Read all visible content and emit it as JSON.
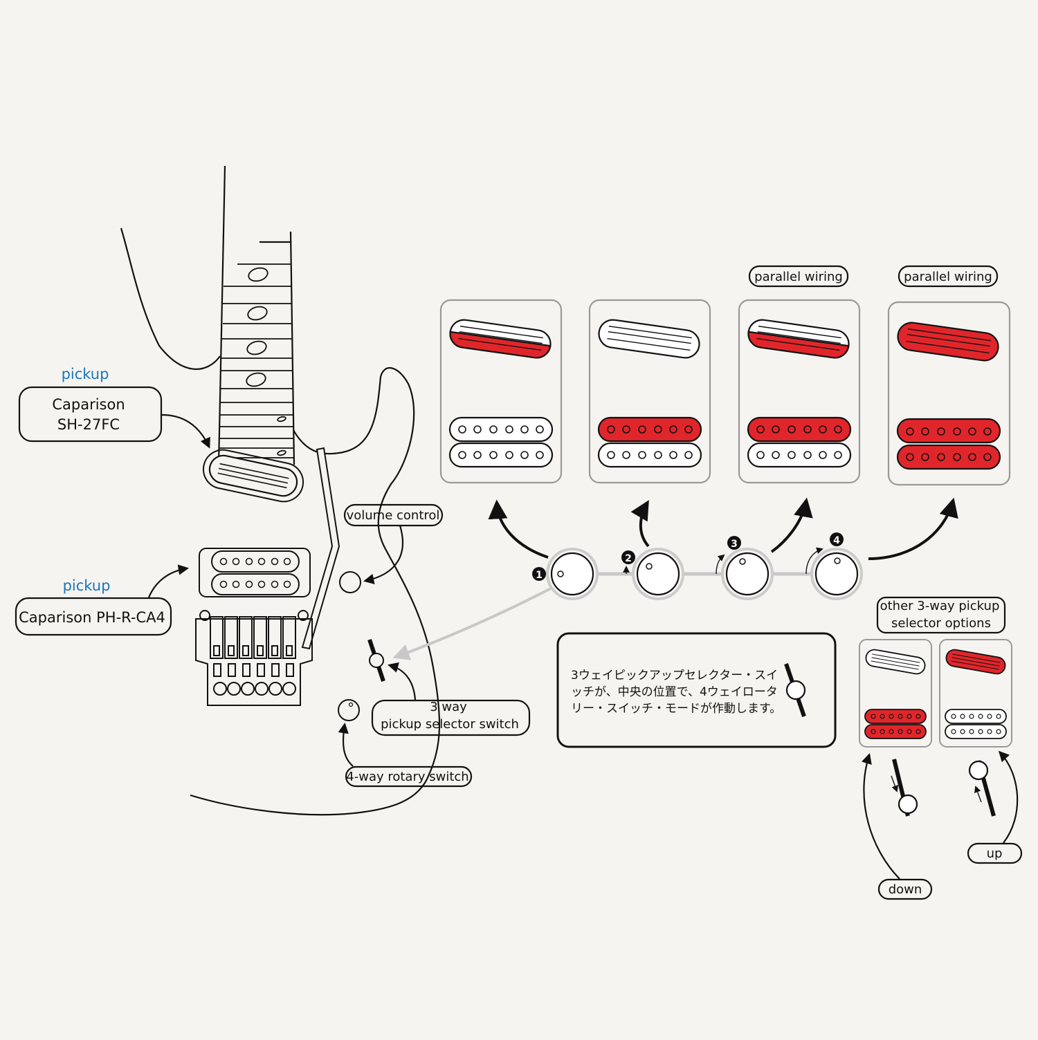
{
  "colors": {
    "background": "#f5f4f0",
    "active_coil": "#e1262b",
    "accent_blue": "#1a75bc",
    "gray_path": "#c8c8c8"
  },
  "guitar": {
    "neck_pickup": {
      "heading": "pickup",
      "line1": "Caparison",
      "line2": "SH-27FC"
    },
    "bridge_pickup": {
      "heading": "pickup",
      "name": "Caparison PH-R-CA4"
    },
    "controls": {
      "volume": "volume control",
      "selector_line1": "3 way",
      "selector_line2": "pickup selector switch",
      "rotary": "4-way rotary switch"
    }
  },
  "rotary_modes": {
    "labels": [
      "parallel wiring",
      "parallel wiring"
    ],
    "positions": [
      "1",
      "2",
      "3",
      "4"
    ]
  },
  "note": {
    "line1": "3ウェイピックアップセレクター・スイ",
    "line2": "ッチが、中央の位置で、4ウェイロータ",
    "line3": "リー・スイッチ・モードが作動します。"
  },
  "other_options": {
    "line1": "other 3-way pickup",
    "line2": "selector options",
    "down": "down",
    "up": "up"
  }
}
